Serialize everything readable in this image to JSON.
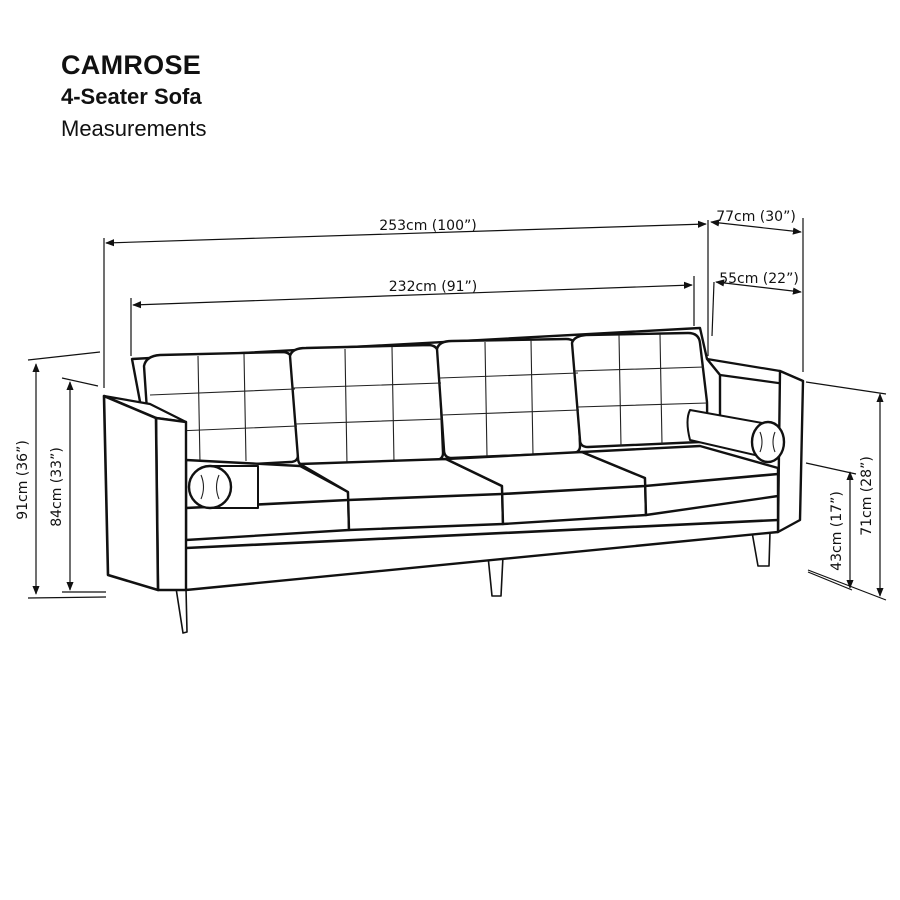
{
  "header": {
    "brand": "CAMROSE",
    "model": "4-Seater Sofa",
    "subtitle": "Measurements"
  },
  "dimensions": {
    "overall_width": "253cm (100”)",
    "seat_width": "232cm (91”)",
    "overall_depth": "77cm (30”)",
    "seat_depth": "55cm (22”)",
    "overall_height": "91cm (36”)",
    "back_height": "84cm (33”)",
    "arm_height": "71cm (28”)",
    "seat_height": "43cm (17”)"
  },
  "colors": {
    "line": "#111111",
    "background": "#ffffff"
  }
}
